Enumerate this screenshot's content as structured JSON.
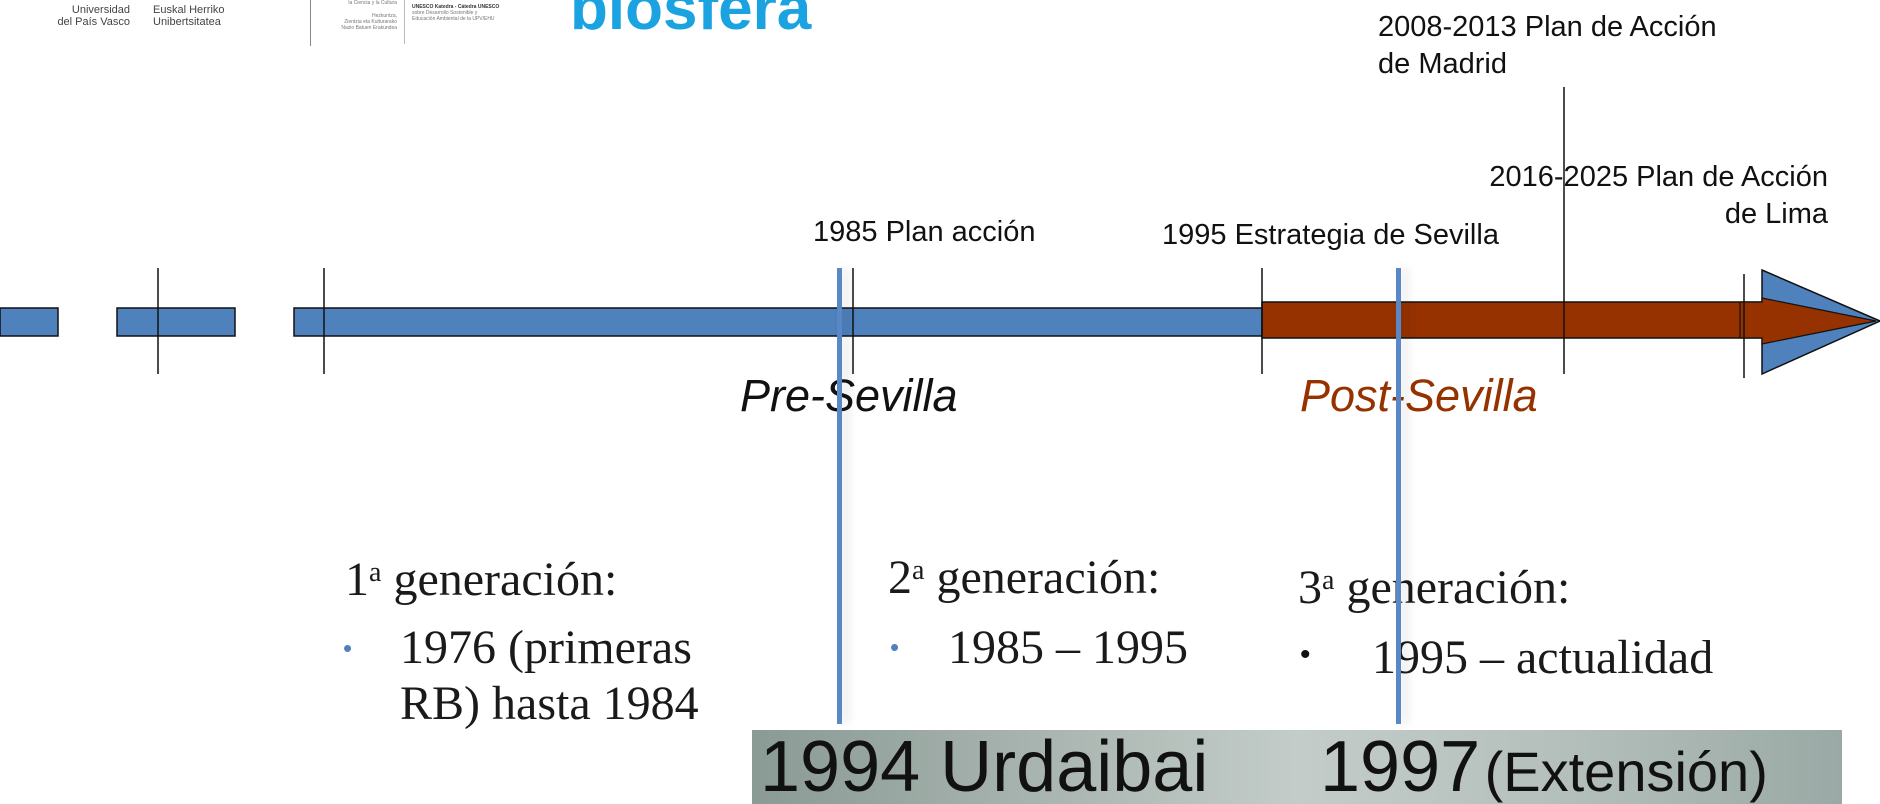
{
  "header": {
    "logo_upv_line1": "Universidad",
    "logo_upv_line2": "del País Vasco",
    "logo_ehu_line1": "Euskal Herriko",
    "logo_ehu_line2": "Unibertsitatea",
    "logo_unesco_line1": "la Ciencia y la Cultura",
    "logo_unesco_line2": "Hezkuntza,",
    "logo_unesco_line3": "Zientzia eta Kulturarako",
    "logo_unesco_line4": "Nazio Batuen Erakundea",
    "logo_chair_line1": "UNESCO Katedra - Cátedra UNESCO",
    "logo_chair_line2": "sobre Desarrollo Sostenible y",
    "logo_chair_line3": "Educación Ambiental de la UPV/EHU",
    "title": "biosfera"
  },
  "timeline": {
    "label_1985": "1985 Plan acción",
    "label_1995": "1995 Estrategia de Sevilla",
    "label_madrid_line1": "2008-2013 Plan de Acción",
    "label_madrid_line2": "de Madrid",
    "label_lima_line1": "2016-2025 Plan de Acción",
    "label_lima_line2": "de Lima",
    "era_pre": "Pre-Sevilla",
    "era_post": "Post-Sevilla"
  },
  "generations": [
    {
      "num": "1",
      "sup": "a",
      "label": "generación:",
      "item_line1": "1976 (primeras",
      "item_line2": "RB) hasta 1984"
    },
    {
      "num": "2",
      "sup": "a",
      "label": "generación:",
      "item_line1": "1985 – 1995"
    },
    {
      "num": "3",
      "sup": "a",
      "label": "generación:",
      "item_line1": "1995 – actualidad"
    }
  ],
  "photo": {
    "left_text": "1994 Urdaibai",
    "right_year": "1997",
    "right_note": "(Extensión)"
  },
  "colors": {
    "pre_bar": "#4f81bd",
    "post_bar": "#963200",
    "title": "#1aa3e0",
    "post_text": "#963200"
  }
}
